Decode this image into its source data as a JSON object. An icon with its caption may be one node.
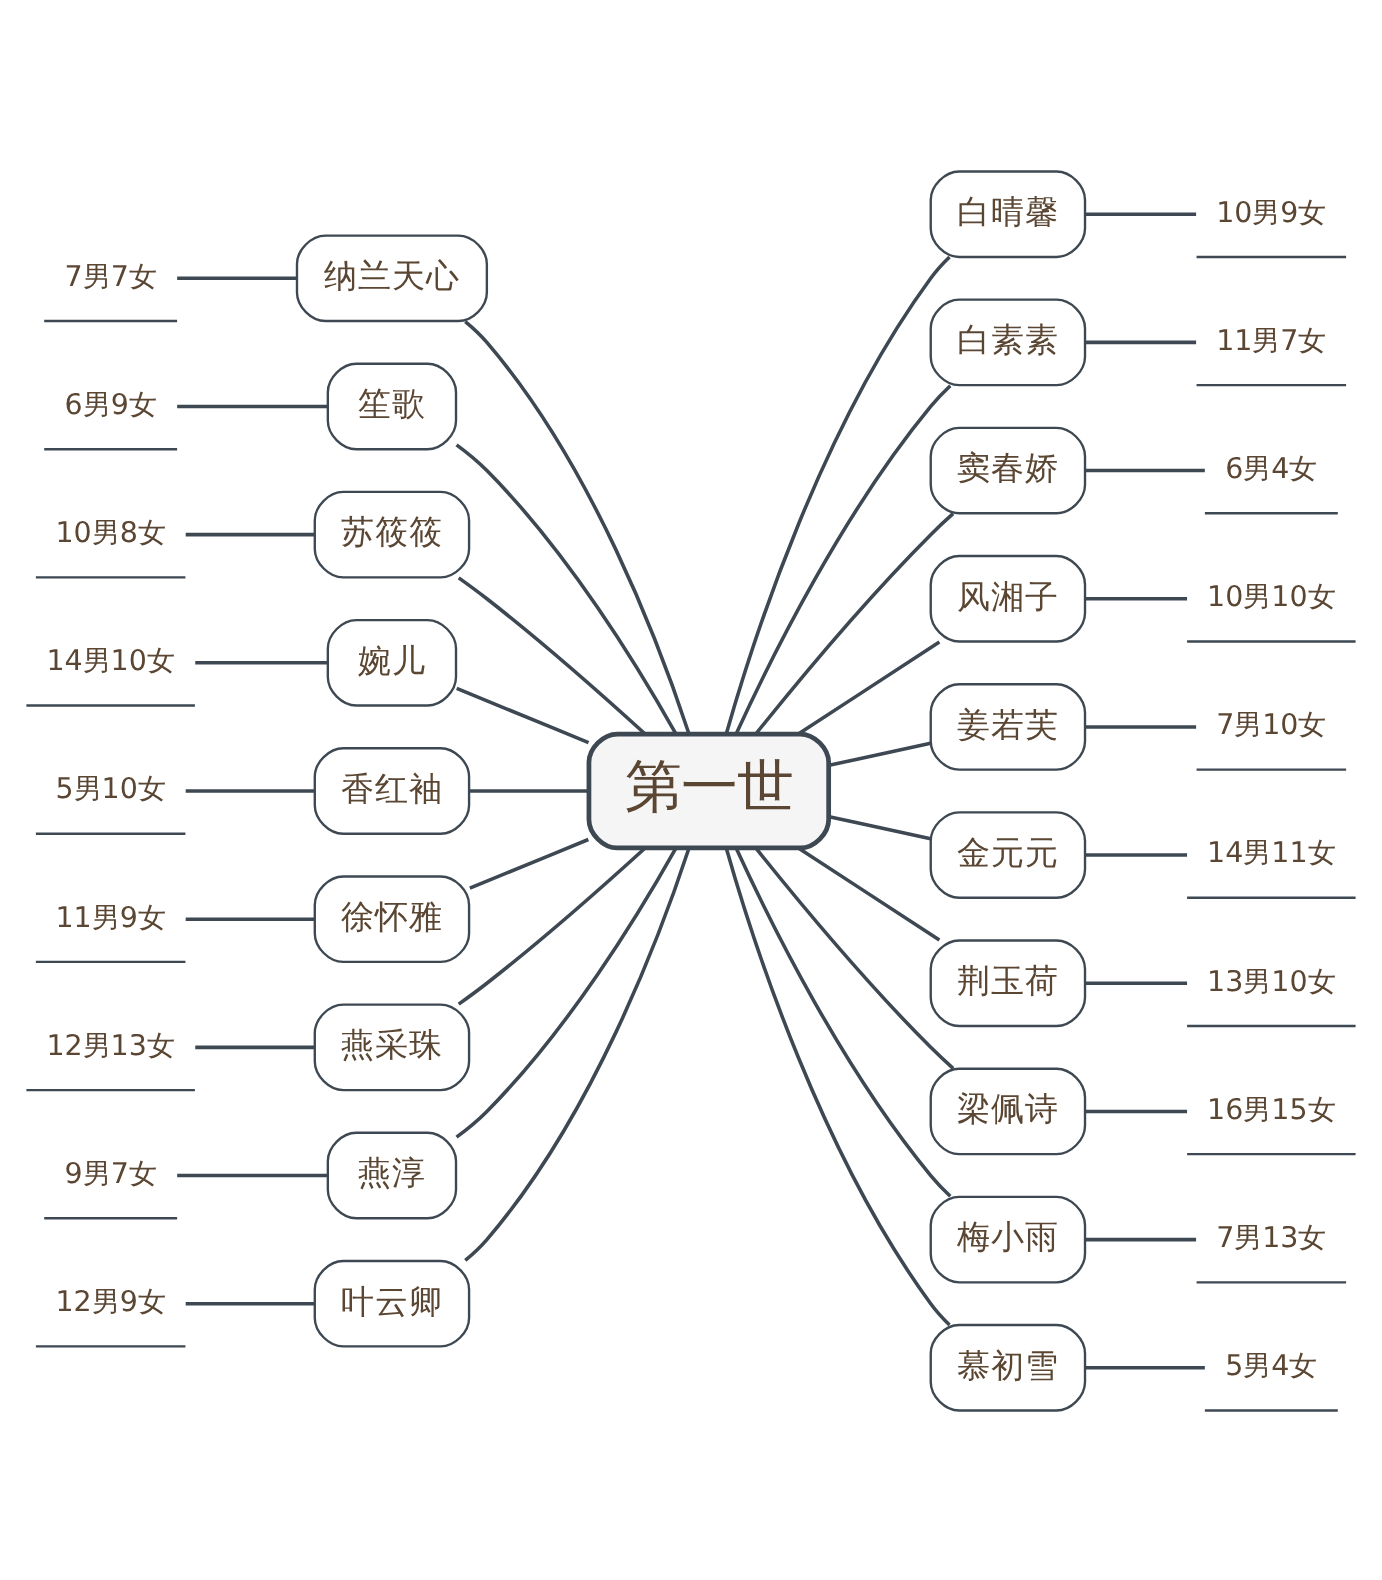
{
  "diagram": {
    "nodes": [
      {
        "text": [
          "第一世"
        ]
      },
      {
        "text": [
          "纳兰天心"
        ]
      },
      {
        "text": [
          "7男7女"
        ]
      },
      {
        "text": [
          "笙歌"
        ]
      },
      {
        "text": [
          "6男9女"
        ]
      },
      {
        "text": [
          "苏筱筱"
        ]
      },
      {
        "text": [
          "10男8女"
        ]
      },
      {
        "text": [
          "婉儿"
        ]
      },
      {
        "text": [
          "14男10女"
        ]
      },
      {
        "text": [
          "香红袖"
        ]
      },
      {
        "text": [
          "5男10女"
        ]
      },
      {
        "text": [
          "徐怀雅"
        ]
      },
      {
        "text": [
          "11男9女"
        ]
      },
      {
        "text": [
          "燕采珠"
        ]
      },
      {
        "text": [
          "12男13女"
        ]
      },
      {
        "text": [
          "燕淳"
        ]
      },
      {
        "text": [
          "9男7女"
        ]
      },
      {
        "text": [
          "叶云卿"
        ]
      },
      {
        "text": [
          "12男9女"
        ]
      },
      {
        "text": [
          "白晴馨"
        ]
      },
      {
        "text": [
          "10男9女"
        ]
      },
      {
        "text": [
          "白素素"
        ]
      },
      {
        "text": [
          "11男7女"
        ]
      },
      {
        "text": [
          "窦春娇"
        ]
      },
      {
        "text": [
          "6男4女"
        ]
      },
      {
        "text": [
          "风湘子"
        ]
      },
      {
        "text": [
          "10男10女"
        ]
      },
      {
        "text": [
          "姜若芙"
        ]
      },
      {
        "text": [
          "7男10女"
        ]
      },
      {
        "text": [
          "金元元"
        ]
      },
      {
        "text": [
          "14男11女"
        ]
      },
      {
        "text": [
          "荆玉荷"
        ]
      },
      {
        "text": [
          "13男10女"
        ]
      },
      {
        "text": [
          "梁佩诗"
        ]
      },
      {
        "text": [
          "16男15女"
        ]
      },
      {
        "text": [
          "梅小雨"
        ]
      },
      {
        "text": [
          "7男13女"
        ]
      },
      {
        "text": [
          "慕初雪"
        ]
      },
      {
        "text": [
          "5男4女"
        ]
      }
    ],
    "edges": [
      {
        "from": 2,
        "to": 1,
        "arrow": "none"
      },
      {
        "from": 1,
        "to": 0,
        "arrow": "none"
      },
      {
        "from": 4,
        "to": 3,
        "arrow": "none"
      },
      {
        "from": 3,
        "to": 0,
        "arrow": "none"
      },
      {
        "from": 6,
        "to": 5,
        "arrow": "none"
      },
      {
        "from": 5,
        "to": 0,
        "arrow": "none"
      },
      {
        "from": 8,
        "to": 7,
        "arrow": "none"
      },
      {
        "from": 7,
        "to": 0,
        "arrow": "none"
      },
      {
        "from": 10,
        "to": 9,
        "arrow": "none"
      },
      {
        "from": 9,
        "to": 0,
        "arrow": "none"
      },
      {
        "from": 12,
        "to": 11,
        "arrow": "none"
      },
      {
        "from": 11,
        "to": 0,
        "arrow": "none"
      },
      {
        "from": 14,
        "to": 13,
        "arrow": "none"
      },
      {
        "from": 13,
        "to": 0,
        "arrow": "none"
      },
      {
        "from": 16,
        "to": 15,
        "arrow": "none"
      },
      {
        "from": 15,
        "to": 0,
        "arrow": "none"
      },
      {
        "from": 18,
        "to": 17,
        "arrow": "none"
      },
      {
        "from": 17,
        "to": 0,
        "arrow": "none"
      },
      {
        "from": 0,
        "to": 19,
        "arrow": "none"
      },
      {
        "from": 19,
        "to": 20,
        "arrow": "none"
      },
      {
        "from": 0,
        "to": 21,
        "arrow": "none"
      },
      {
        "from": 21,
        "to": 22,
        "arrow": "none"
      },
      {
        "from": 0,
        "to": 23,
        "arrow": "none"
      },
      {
        "from": 23,
        "to": 24,
        "arrow": "none"
      },
      {
        "from": 0,
        "to": 25,
        "arrow": "none"
      },
      {
        "from": 25,
        "to": 26,
        "arrow": "none"
      },
      {
        "from": 0,
        "to": 27,
        "arrow": "none"
      },
      {
        "from": 27,
        "to": 28,
        "arrow": "none"
      },
      {
        "from": 0,
        "to": 29,
        "arrow": "none"
      },
      {
        "from": 29,
        "to": 30,
        "arrow": "none"
      },
      {
        "from": 0,
        "to": 31,
        "arrow": "none"
      },
      {
        "from": 31,
        "to": 32,
        "arrow": "none"
      },
      {
        "from": 0,
        "to": 33,
        "arrow": "none"
      },
      {
        "from": 33,
        "to": 34,
        "arrow": "none"
      },
      {
        "from": 0,
        "to": 35,
        "arrow": "none"
      },
      {
        "from": 35,
        "to": 36,
        "arrow": "none"
      },
      {
        "from": 0,
        "to": 37,
        "arrow": "none"
      },
      {
        "from": 37,
        "to": 38,
        "arrow": "none"
      }
    ]
  }
}
